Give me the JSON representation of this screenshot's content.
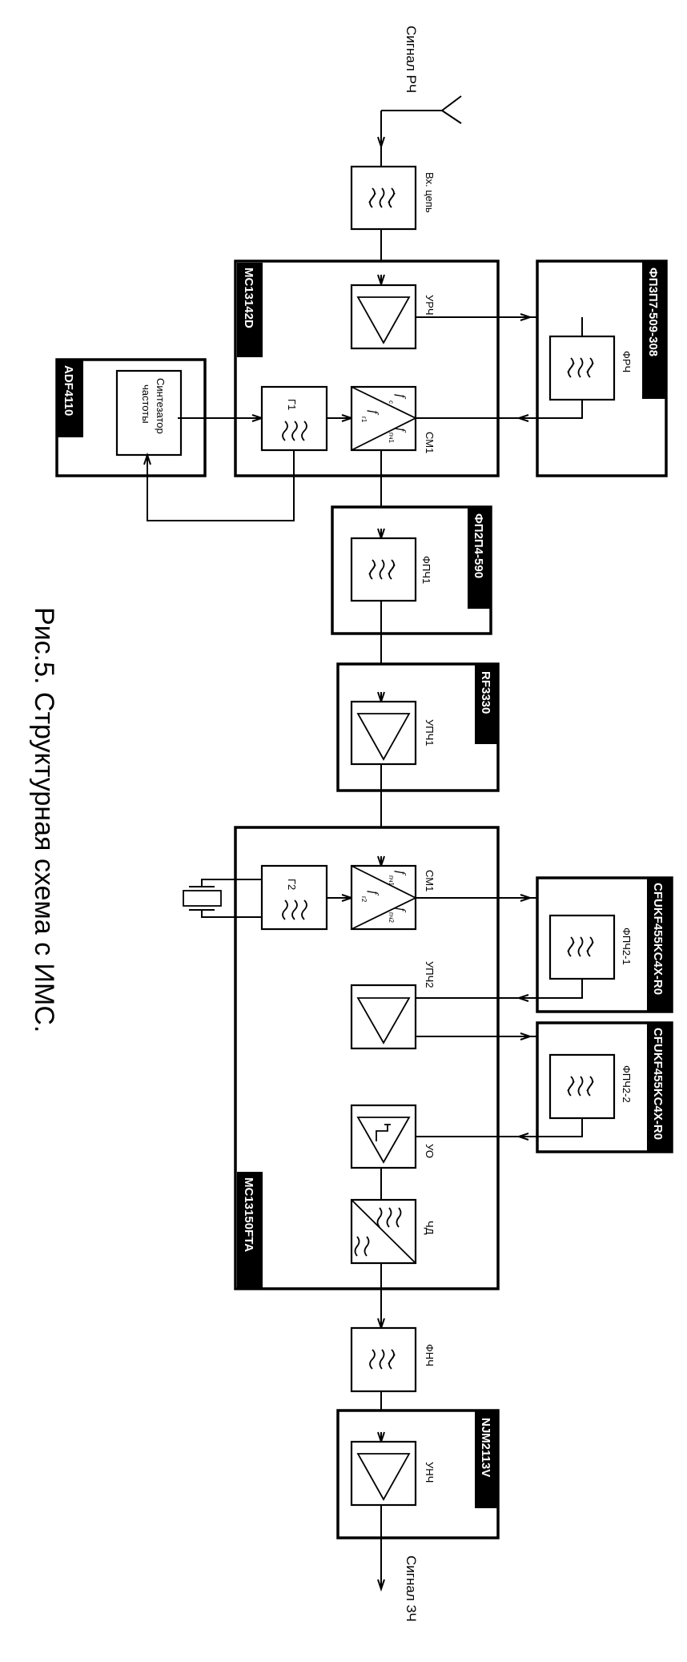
{
  "figure": {
    "caption": "Рис.5. Структурная схема с ИМС.",
    "input_signal": "Сигнал РЧ",
    "output_signal": "Сигнал ЗЧ"
  },
  "chips": {
    "mc13142d": "MC13142D",
    "fp3p7": "ФП3П7-509-308",
    "adf4110": "ADF4110",
    "fp2p4": "ФП2П4-590",
    "rf3330": "RF3330",
    "mc13150": "MC13150FTA",
    "cfukf1": "CFUKF455KC4X-R0",
    "cfukf2": "CFUKF455KC4X-R0",
    "njm2113v": "NJM2113V"
  },
  "blocks": {
    "input_circuit": "Вх. цепь",
    "rf_amp": "УРЧ",
    "rf_filter": "ФРЧ",
    "synth_line1": "Синтезатор",
    "synth_line2": "частоты",
    "lo1": "Г1",
    "mixer1": "СМ1",
    "if1_filter": "ФПЧ1",
    "if1_amp": "УПЧ1",
    "lo2": "Г2",
    "mixer2": "СМ1",
    "if2_filter1": "ФПЧ2-1",
    "if2_amp": "УПЧ2",
    "if2_filter2": "ФПЧ2-2",
    "limiter": "УО",
    "fm_detector": "ЧД",
    "lpf": "ФНЧ",
    "af_amp": "УНЧ"
  },
  "mixer1_freqs": {
    "f": "f",
    "c": "c",
    "g1": "г1",
    "pch1": "пч1"
  },
  "mixer2_freqs": {
    "f": "f",
    "pch1": "пч1",
    "g2": "г2",
    "pch2": "пч2"
  }
}
